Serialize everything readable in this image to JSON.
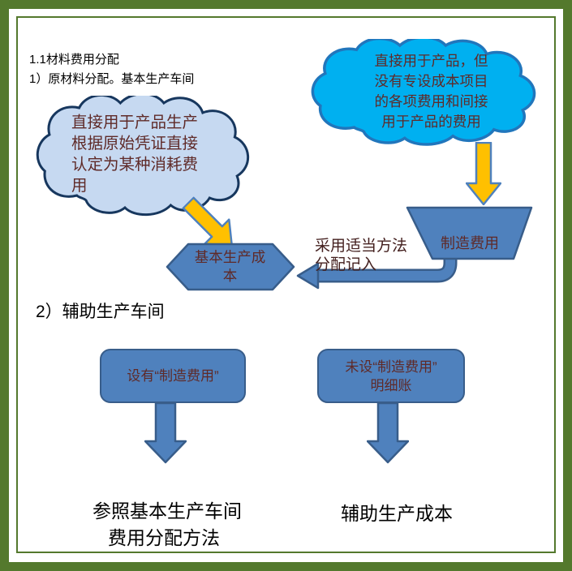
{
  "colors": {
    "frame-green": "#54792d",
    "background": "#ffffff",
    "shape-fill": "#4f81bd",
    "shape-border": "#385d8a",
    "gold": "#ffc000",
    "gold-border": "#4f81bd",
    "cloud-left-fill": "#c6d9f1",
    "cloud-left-stroke": "#17375e",
    "cloud-right-fill": "#00b0f0",
    "cloud-right-stroke": "#2176bc",
    "shape-text": "#5f2a28",
    "note-text": "#44201f",
    "text-black": "#000000"
  },
  "headings": {
    "line1": "1.1材料费用分配",
    "line2": "1）原材料分配。基本生产车间",
    "section2": "2）辅助生产车间"
  },
  "cloud_left": {
    "lines": [
      "直接用于产品生产",
      "根据原始凭证直接",
      "认定为某种消耗费",
      "用"
    ]
  },
  "cloud_right": {
    "lines": [
      "直接用于产品，但",
      "没有专设成本项目",
      "的各项费用和间接",
      "用于产品的费用"
    ]
  },
  "funnel": {
    "label": "制造费用"
  },
  "hexagon": {
    "lines": [
      "基本生产成",
      "本"
    ]
  },
  "note": {
    "lines": [
      "采用适当方法",
      "分配记入"
    ]
  },
  "boxes": {
    "left": {
      "line1": "设有“制造费用”"
    },
    "right": {
      "line1": "未设“制造费用”",
      "line2": "明细账"
    }
  },
  "bottom": {
    "left_line1": "参照基本生产车间",
    "left_line2": "费用分配方法",
    "right": "辅助生产成本"
  }
}
